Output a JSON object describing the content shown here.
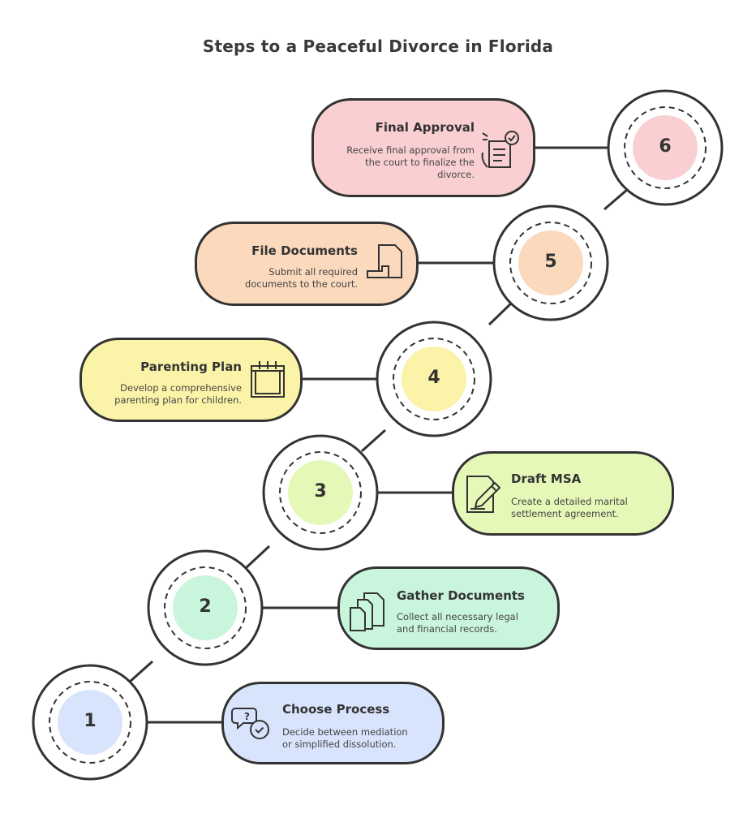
{
  "title": "Steps to a Peaceful Divorce in Florida",
  "colors": {
    "step1": "#d8e4fb",
    "step2": "#c9f5dc",
    "step3": "#e6f8b8",
    "step4": "#fbf3a8",
    "step5": "#fbd9bd",
    "step6": "#f9cfd2",
    "stroke": "#333333"
  },
  "steps": [
    {
      "number": "1",
      "title": "Choose Process",
      "description": [
        "Decide between mediation",
        "or simplified dissolution."
      ],
      "icon": "speech-bubbles-icon"
    },
    {
      "number": "2",
      "title": "Gather Documents",
      "description": [
        "Collect all necessary legal",
        "and financial records."
      ],
      "icon": "documents-stack-icon"
    },
    {
      "number": "3",
      "title": "Draft MSA",
      "description": [
        "Create a detailed marital",
        "settlement agreement."
      ],
      "icon": "document-pen-icon"
    },
    {
      "number": "4",
      "title": "Parenting Plan",
      "description": [
        "Develop a comprehensive",
        "parenting plan for children."
      ],
      "icon": "calendar-icon"
    },
    {
      "number": "5",
      "title": "File Documents",
      "description": [
        "Submit all required",
        "documents to the court."
      ],
      "icon": "file-submit-icon"
    },
    {
      "number": "6",
      "title": "Final Approval",
      "description": [
        "Receive final approval from",
        "the court to finalize the",
        "divorce."
      ],
      "icon": "approval-checklist-icon"
    }
  ]
}
